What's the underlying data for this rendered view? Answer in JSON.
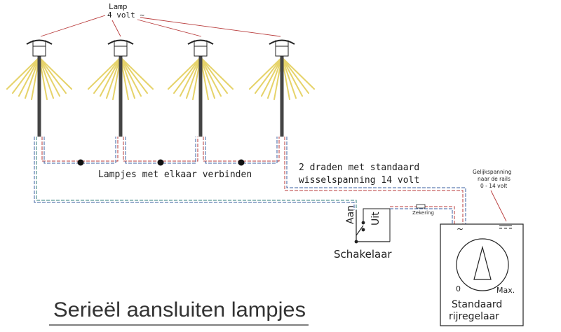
{
  "labels": {
    "lamp_title": "Lamp",
    "lamp_voltage": "4 volt ~",
    "connect_text": "Lampjes met elkaar verbinden",
    "wires_line1": "2 draden met standaard",
    "wires_line2": "wisselspanning 14 volt",
    "dc_line1": "Gelijkspanning",
    "dc_line2": "naar de rails",
    "dc_line3": "0 - 14 volt",
    "fuse": "Zekering",
    "switch_on": "Aan",
    "switch_off": "Uit",
    "switch_name": "Schakelaar",
    "regulator_line1": "Standaard",
    "regulator_line2": "rijregelaar",
    "dial_min": "0",
    "dial_max": "Max.",
    "ac_symbol": "~",
    "page_title": "Serieël aansluiten lampjes"
  },
  "colors": {
    "wire_red": "#b83a3a",
    "wire_blue": "#3a5fa0",
    "wire_teal": "#2f7d7a",
    "light_rays": "#e6d36a",
    "pole": "#444444",
    "ink": "#222222"
  },
  "lamp_count": 4
}
